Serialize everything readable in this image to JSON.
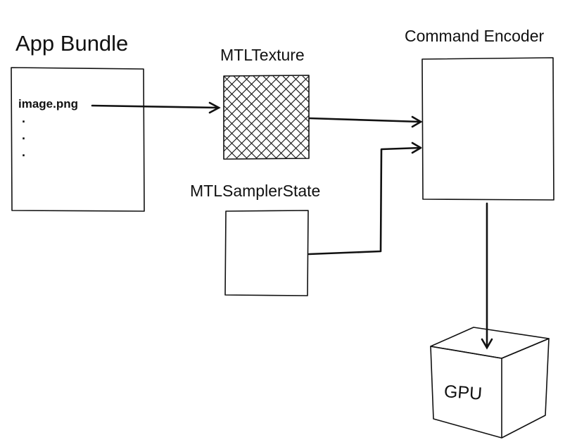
{
  "diagram": {
    "app_bundle": {
      "title": "App Bundle",
      "file": "image.png",
      "ellipsis": [
        ".",
        ".",
        "."
      ]
    },
    "texture": {
      "title": "MTLTexture"
    },
    "sampler": {
      "title": "MTLSamplerState"
    },
    "encoder": {
      "title": "Command Encoder"
    },
    "gpu": {
      "label": "GPU"
    },
    "stroke_color": "#111111"
  }
}
